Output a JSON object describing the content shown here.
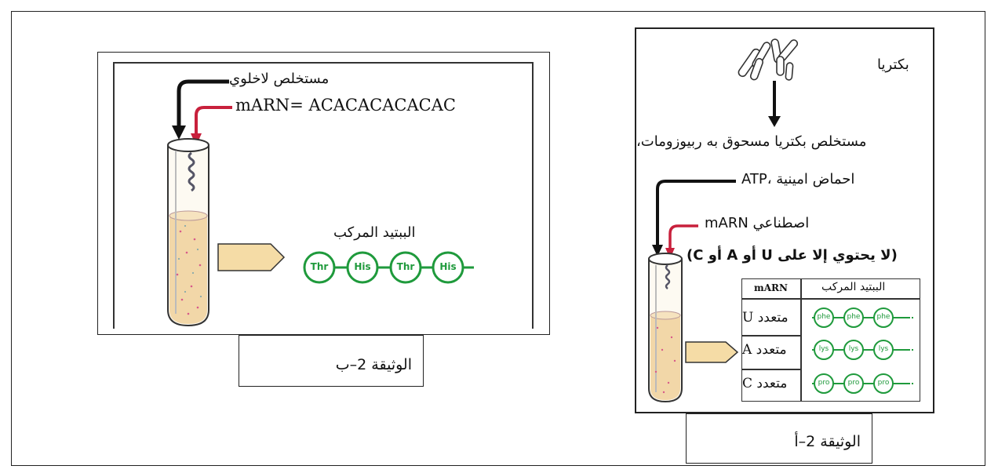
{
  "doc_b": {
    "caption": "الوثيقة 2–ب",
    "extract_label": "مستخلص لاخلوي",
    "marn_label": "mARN= ACACACACACAC",
    "peptide_label": "الببتيد المركب",
    "peptide_chain": [
      "Thr",
      "His",
      "Thr",
      "His"
    ]
  },
  "doc_a": {
    "caption": "الوثيقة 2–أ",
    "bacteria_label": "بكتريا",
    "extract_label": "مستخلص بكتريا مسحوق به ربيوزومات،",
    "atp_label": "ATP، احماض امينية",
    "synthetic_marn_label": "mARN اصطناعي",
    "condition_label": "(لا يحتوي إلا على U أو A أو C)",
    "table": {
      "header_peptide": "الببتيد المركب",
      "header_marn": "mARN",
      "rows": [
        {
          "marn": "متعدد U",
          "amino": [
            "phe",
            "phe",
            "phe"
          ]
        },
        {
          "marn": "متعدد A",
          "amino": [
            "lys",
            "lys",
            "lys"
          ]
        },
        {
          "marn": "متعدد C",
          "amino": [
            "pro",
            "pro",
            "pro"
          ]
        }
      ]
    }
  },
  "colors": {
    "chain_green": "#1f9a3c",
    "arrow_red": "#c8203c",
    "arrow_black": "#111111",
    "tube_fill": "#f2d7a8"
  }
}
